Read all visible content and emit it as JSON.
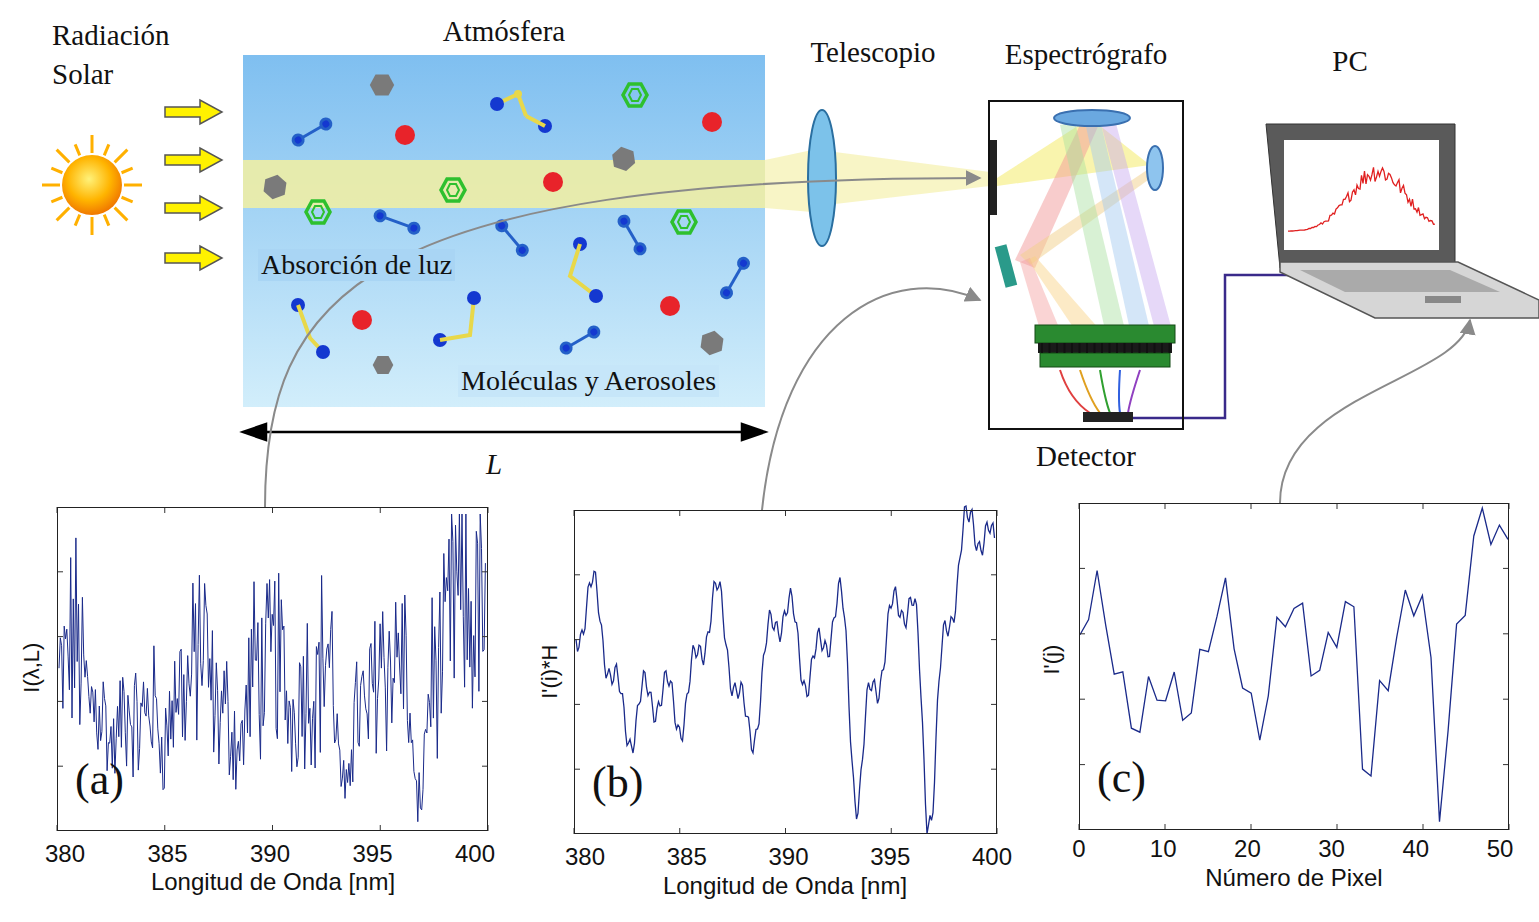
{
  "diagram": {
    "nodes": [
      {
        "text": [
          "Atmósfera",
          "Absorción de luz",
          "Moléculas y Aerosoles"
        ]
      },
      {
        "text": [
          "Espectrógrafo",
          "Detector"
        ]
      },
      {
        "text": [
          "PC"
        ]
      },
      {
        "text": [
          "(a)"
        ]
      },
      {
        "text": [
          "(b)"
        ]
      },
      {
        "text": [
          "(c)"
        ]
      }
    ],
    "edges": [
      {
        "from": 3,
        "to": 1,
        "arrow": "to"
      },
      {
        "from": 4,
        "to": 1,
        "arrow": "to"
      },
      {
        "from": 5,
        "to": 2,
        "arrow": "to"
      }
    ],
    "labels": [
      "Radiación Solar",
      "Telescopio",
      "L",
      "380",
      "385",
      "390",
      "395",
      "400",
      "Longitud de Onda [nm]",
      "I(λ,L)",
      "380",
      "385",
      "390",
      "395",
      "400",
      "Longitud de Onda [nm]",
      "I'(i)*H",
      "0",
      "10",
      "20",
      "30",
      "40",
      "50",
      "Número de Pixel",
      "I'(j)"
    ]
  }
}
